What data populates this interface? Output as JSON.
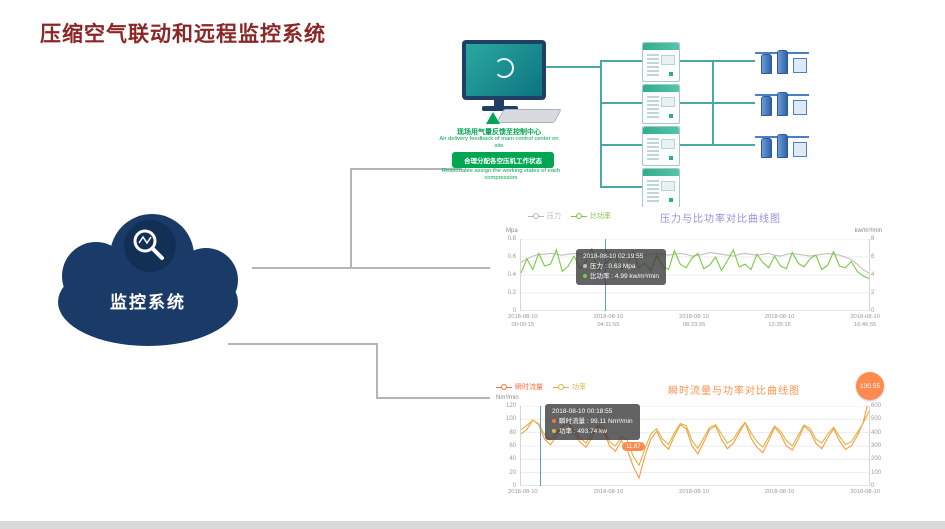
{
  "page": {
    "title": "压缩空气联动和远程监控系统",
    "title_color": "#8c2626"
  },
  "cloud": {
    "label": "监控系统",
    "color": "#1a3b68"
  },
  "diagram": {
    "feedback_cn": "现场用气量反馈至控制中心",
    "feedback_en": "Air delivery feedback of main control center on site",
    "assign_cn": "合理分配各空压机工作状态",
    "assign_en": "Reasonable assign the working states of each compressors"
  },
  "chart1": {
    "title": "压力与比功率对比曲线图",
    "title_color": "#9b8be0",
    "legend": [
      {
        "label": "压力",
        "color": "#b8b8b8"
      },
      {
        "label": "比功率",
        "color": "#7ac943"
      }
    ],
    "left_axis_label": "Mpa",
    "right_axis_label": "kw/m³/min",
    "left_ticks": [
      "0.8",
      "0.6",
      "0.4",
      "0.2",
      "0"
    ],
    "right_ticks": [
      "8",
      "6",
      "4",
      "2",
      "0"
    ],
    "x_labels": [
      [
        "2018-08-10",
        "00:00:15"
      ],
      [
        "2018-08-10",
        "04:11:55"
      ],
      [
        "2018-08-10",
        "08:23:35"
      ],
      [
        "2018-08-10",
        "12:35:15"
      ],
      [
        "2018-08-10",
        "16:46:55"
      ]
    ],
    "tooltip": {
      "time": "2018-08-10 02:19:55",
      "line1": "压力 : 0.63 Mpa",
      "line2": "比功率 : 4.99 kw/m³/min"
    }
  },
  "chart2": {
    "title": "瞬时流量与功率对比曲线图",
    "title_color": "#ff9150",
    "legend": [
      {
        "label": "瞬时流量",
        "color": "#ff7043"
      },
      {
        "label": "功率",
        "color": "#d9b64a"
      }
    ],
    "left_axis_label": "Nm³/min",
    "left_ticks": [
      "120",
      "100",
      "80",
      "60",
      "40",
      "20",
      "0"
    ],
    "right_ticks": [
      "600",
      "500",
      "400",
      "300",
      "200",
      "100",
      "0"
    ],
    "x_labels": [
      [
        "2018-08-10"
      ],
      [
        "2018-08-10"
      ],
      [
        "2018-08-10"
      ],
      [
        "2018-08-10"
      ],
      [
        "2018-08-10"
      ]
    ],
    "tooltip": {
      "time": "2018-08-10 00:18:55",
      "line1": "瞬时流量 : 99.11 Nm³/min",
      "line2": "功率 : 493.74 kw"
    },
    "badge": "130.55",
    "marker": "11.87"
  },
  "chart_data": [
    {
      "type": "line",
      "title": "压力与比功率对比曲线图",
      "grid_lines": 5,
      "x_range": [
        "2018-08-10 00:00:15",
        "2018-08-10 16:46:55"
      ],
      "cursor_time": "2018-08-10 02:19:55",
      "series": [
        {
          "name": "压力",
          "axis": "left",
          "unit": "Mpa",
          "color": "#c0c0c0",
          "ylim": [
            0,
            0.8
          ],
          "values": [
            0.54,
            0.58,
            0.61,
            0.63,
            0.63,
            0.64,
            0.63,
            0.62,
            0.63,
            0.64,
            0.63,
            0.62,
            0.61,
            0.63,
            0.64,
            0.65,
            0.63,
            0.62,
            0.63,
            0.61,
            0.6,
            0.62,
            0.63,
            0.64,
            0.63,
            0.62,
            0.63,
            0.64,
            0.63,
            0.61,
            0.62,
            0.63,
            0.65,
            0.64,
            0.63,
            0.62,
            0.61,
            0.63,
            0.64,
            0.63,
            0.62,
            0.63,
            0.64,
            0.62,
            0.61,
            0.63,
            0.64,
            0.63,
            0.62,
            0.61,
            0.62,
            0.63,
            0.64,
            0.63,
            0.62,
            0.6,
            0.57,
            0.52,
            0.46,
            0.42
          ]
        },
        {
          "name": "比功率",
          "axis": "right",
          "unit": "kw/m³/min",
          "color": "#7ac943",
          "ylim": [
            0,
            8
          ],
          "values": [
            4.2,
            5.8,
            4.6,
            6.4,
            4.99,
            5.2,
            6.8,
            4.4,
            5.0,
            6.1,
            4.7,
            5.5,
            6.9,
            4.5,
            5.0,
            5.7,
            6.3,
            4.6,
            5.1,
            6.6,
            4.8,
            5.3,
            4.5,
            6.2,
            5.0,
            4.6,
            6.7,
            5.2,
            4.8,
            5.9,
            6.4,
            4.7,
            5.1,
            6.0,
            4.5,
            5.6,
            6.8,
            4.9,
            5.2,
            4.6,
            6.3,
            5.4,
            4.8,
            6.1,
            5.0,
            4.7,
            6.5,
            5.3,
            4.9,
            5.8,
            6.2,
            4.6,
            5.1,
            6.6,
            5.0,
            4.8,
            5.5,
            4.4,
            3.9,
            3.6
          ]
        }
      ]
    },
    {
      "type": "line",
      "title": "瞬时流量与功率对比曲线图",
      "grid_lines": 7,
      "x_range": [
        "2018-08-10",
        "2018-08-10"
      ],
      "cursor_time": "2018-08-10 00:18:55",
      "series": [
        {
          "name": "瞬时流量",
          "axis": "left",
          "unit": "Nm³/min",
          "color": "#ff9a3c",
          "ylim": [
            0,
            120
          ],
          "values": [
            78,
            85,
            99.11,
            92,
            70,
            62,
            75,
            88,
            95,
            80,
            66,
            58,
            72,
            90,
            84,
            60,
            52,
            68,
            55,
            30,
            11.87,
            45,
            70,
            82,
            64,
            55,
            75,
            92,
            86,
            60,
            48,
            66,
            85,
            90,
            70,
            56,
            64,
            80,
            95,
            72,
            58,
            50,
            68,
            88,
            78,
            60,
            54,
            70,
            90,
            82,
            64,
            56,
            72,
            86,
            68,
            55,
            60,
            75,
            95,
            130.55
          ]
        },
        {
          "name": "功率",
          "axis": "right",
          "unit": "kw",
          "color": "#d9b64a",
          "ylim": [
            0,
            600
          ],
          "values": [
            420,
            455,
            493.74,
            468,
            385,
            345,
            400,
            450,
            478,
            420,
            362,
            322,
            390,
            458,
            440,
            332,
            300,
            370,
            345,
            225,
            155,
            280,
            390,
            430,
            352,
            312,
            400,
            468,
            452,
            340,
            282,
            362,
            440,
            460,
            390,
            322,
            352,
            420,
            478,
            400,
            332,
            292,
            370,
            450,
            412,
            340,
            302,
            380,
            458,
            432,
            352,
            322,
            390,
            440,
            372,
            312,
            332,
            400,
            470,
            560
          ]
        }
      ]
    }
  ]
}
